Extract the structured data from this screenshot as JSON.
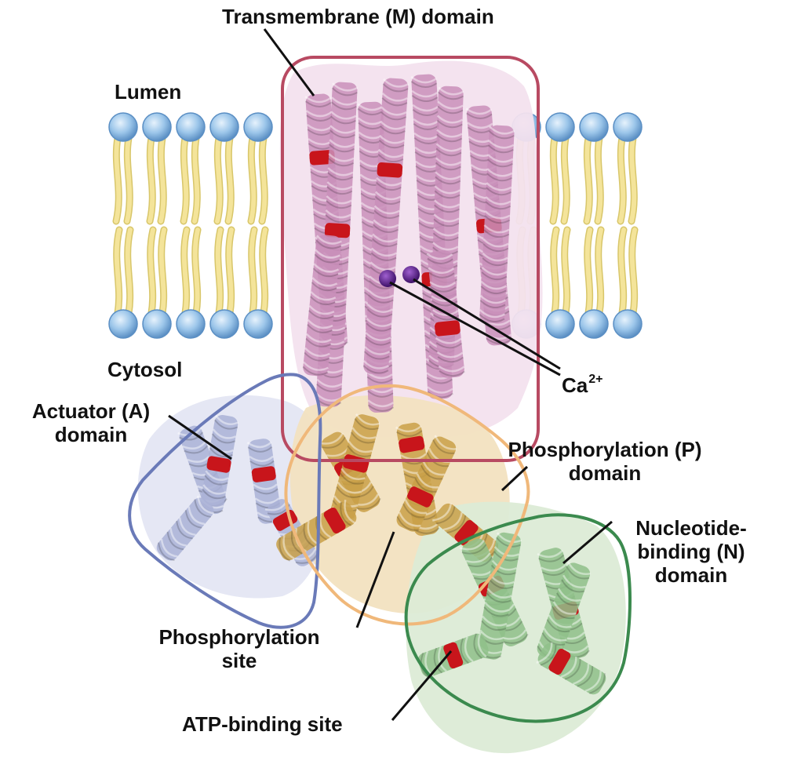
{
  "labels": {
    "transmembrane": "Transmembrane (M) domain",
    "lumen": "Lumen",
    "cytosol": "Cytosol",
    "calcium_base": "Ca",
    "calcium_charge": "2+",
    "actuator_line1": "Actuator (A)",
    "actuator_line2": "domain",
    "phosphorylation_domain_line1": "Phosphorylation (P)",
    "phosphorylation_domain_line2": "domain",
    "nucleotide_line1": "Nucleotide-",
    "nucleotide_line2": "binding (N)",
    "nucleotide_line3": "domain",
    "phos_site_line1": "Phosphorylation",
    "phos_site_line2": "site",
    "atp_site": "ATP-binding site"
  },
  "colors": {
    "membrane_head": "#9cc6ea",
    "membrane_head_edge": "#5b8fc4",
    "lipid_tail": "#f4e49a",
    "lipid_tail_edge": "#d8c66a",
    "m_domain": "#c98fba",
    "m_domain_outline": "#b84a62",
    "a_domain": "#aab1d6",
    "a_domain_outline": "#6a7ab8",
    "p_domain": "#c9a048",
    "p_domain_outline": "#f0b87a",
    "n_domain": "#8fc08a",
    "n_domain_outline": "#3b8a4e",
    "highlight_red": "#c8151b",
    "calcium": "#5a1a8a"
  }
}
